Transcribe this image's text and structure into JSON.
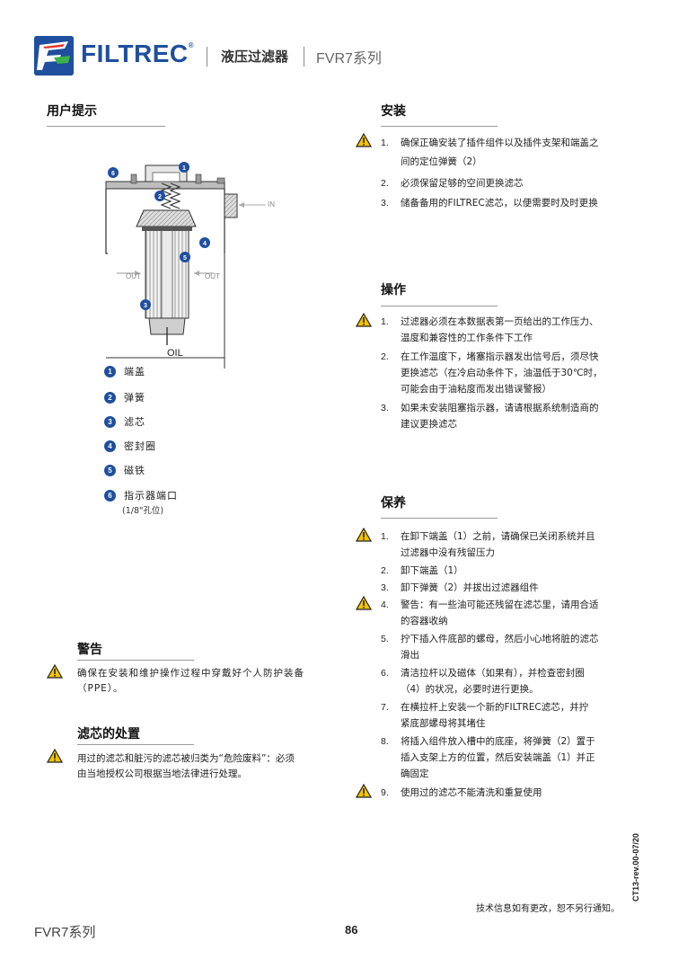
{
  "header": {
    "brand": "FILTREC",
    "brand_mark": "®",
    "product_title": "液压过滤器",
    "series": "FVR7系列",
    "accent_color": "#1f4f9e"
  },
  "user_tips": {
    "heading": "用户提示",
    "diagram": {
      "in_label": "IN",
      "out_left": "OUT",
      "out_right": "OUT",
      "oil_label": "OIL",
      "callouts": [
        "1",
        "2",
        "3",
        "4",
        "5",
        "6"
      ]
    },
    "legend": [
      {
        "num": "1",
        "label": "端盖"
      },
      {
        "num": "2",
        "label": "弹簧"
      },
      {
        "num": "3",
        "label": "滤芯"
      },
      {
        "num": "4",
        "label": "密封圈"
      },
      {
        "num": "5",
        "label": "磁铁"
      },
      {
        "num": "6",
        "label": "指示器端口"
      }
    ],
    "legend_note": "(1/8\"孔位)"
  },
  "warning": {
    "heading": "警告",
    "text": "确保在安装和维护操作过程中穿戴好个人防护装备（PPE）。"
  },
  "disposal": {
    "heading": "滤芯的处置",
    "line1": "用过的滤芯和脏污的滤芯被归类为“危险废料”：必须",
    "line2": "由当地授权公司根据当地法律进行处理。"
  },
  "install": {
    "heading": "安装",
    "items": [
      {
        "num": "1.",
        "lines": [
          "确保正确安装了插件组件以及插件支架和端盖之",
          "间的定位弹簧（2）"
        ]
      },
      {
        "num": "2.",
        "lines": [
          "必须保留足够的空间更换滤芯"
        ]
      },
      {
        "num": "3.",
        "lines": [
          "储备备用的FILTREC滤芯，以便需要时及时更换"
        ]
      }
    ]
  },
  "operation": {
    "heading": "操作",
    "items": [
      {
        "num": "1.",
        "lines": [
          "过滤器必须在本数据表第一页给出的工作压力、",
          "温度和兼容性的工作条件下工作"
        ]
      },
      {
        "num": "2.",
        "lines": [
          "在工作温度下，堵塞指示器发出信号后，须尽快",
          "更换滤芯（在冷启动条件下，油温低于30℃时，",
          "可能会由于油粘度而发出错误警报）"
        ]
      },
      {
        "num": "3.",
        "lines": [
          "如果未安装阻塞指示器，请请根据系统制造商的",
          "建议更换滤芯"
        ]
      }
    ]
  },
  "maintenance": {
    "heading": "保养",
    "items": [
      {
        "num": "1.",
        "lines": [
          "在卸下端盖（1）之前，请确保已关闭系统并且",
          "过滤器中没有残留压力"
        ]
      },
      {
        "num": "2.",
        "lines": [
          "卸下端盖（1）"
        ]
      },
      {
        "num": "3.",
        "lines": [
          "卸下弹簧（2）并拔出过滤器组件"
        ]
      },
      {
        "num": "4.",
        "lines": [
          "警告：有一些油可能还残留在滤芯里，请用合适",
          "的容器收纳"
        ]
      },
      {
        "num": "5.",
        "lines": [
          "拧下插入件底部的螺母，然后小心地将脏的滤芯",
          "滑出"
        ]
      },
      {
        "num": "6.",
        "lines": [
          "清洁拉杆以及磁体（如果有），并检查密封圈",
          "（4）的状况，必要时进行更换。"
        ]
      },
      {
        "num": "7.",
        "lines": [
          "在横拉杆上安装一个新的FILTREC滤芯，并拧",
          "紧底部螺母将其堵住"
        ]
      },
      {
        "num": "8.",
        "lines": [
          "将插入组件放入槽中的底座，将弹簧（2）置于",
          "插入支架上方的位置，然后安装端盖（1）并正",
          "确固定"
        ]
      },
      {
        "num": "9.",
        "lines": [
          "使用过的滤芯不能清洗和重复使用"
        ]
      }
    ]
  },
  "footer": {
    "notice": "技术信息如有更改，恕不另行通知。",
    "revision": "CT13-rev.00-07/20",
    "series": "FVR7系列",
    "page": "86"
  }
}
